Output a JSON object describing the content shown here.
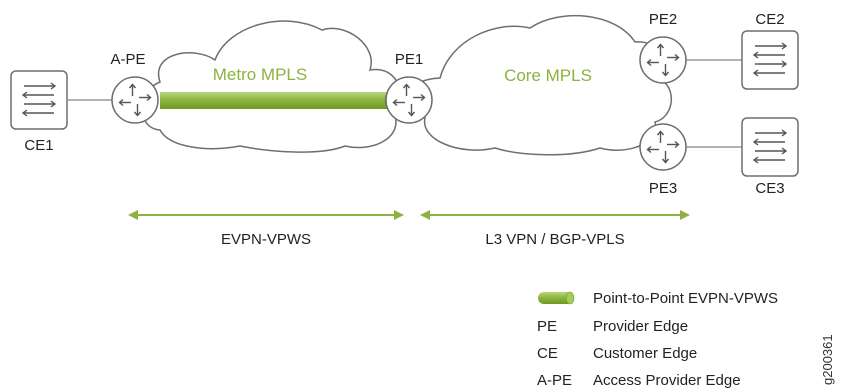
{
  "colors": {
    "accent": "#8cb33d",
    "outline": "#6f6f6f",
    "text": "#222222"
  },
  "clouds": {
    "metro_label": "Metro MPLS",
    "core_label": "Core MPLS"
  },
  "nodes": {
    "ce1": "CE1",
    "ape": "A-PE",
    "pe1": "PE1",
    "pe2": "PE2",
    "pe3": "PE3",
    "ce2": "CE2",
    "ce3": "CE3"
  },
  "spans": {
    "evpn_vpws": "EVPN-VPWS",
    "l3vpn_bgp_vpls": "L3 VPN / BGP-VPLS"
  },
  "legend": {
    "pipe_label": "Point-to-Point EVPN-VPWS",
    "rows": [
      {
        "abbr": "PE",
        "desc": "Provider Edge"
      },
      {
        "abbr": "CE",
        "desc": "Customer Edge"
      },
      {
        "abbr": "A-PE",
        "desc": "Access Provider Edge"
      }
    ]
  },
  "figure_id": "g200361"
}
